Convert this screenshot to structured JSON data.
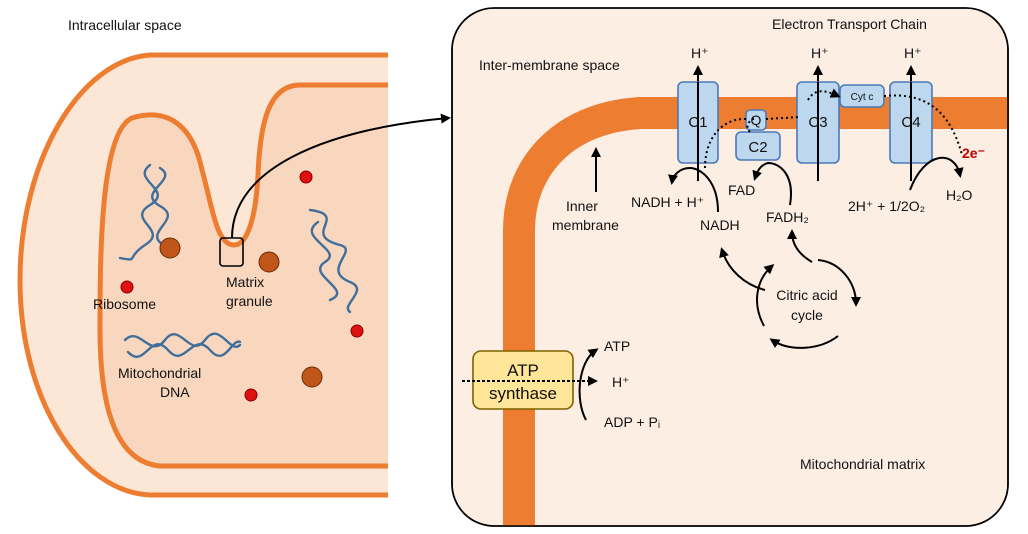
{
  "labels": {
    "intracellular": "Intracellular space",
    "etc_title": "Electron Transport Chain",
    "intermembrane": "Inter-membrane space",
    "inner_membrane_1": "Inner",
    "inner_membrane_2": "membrane",
    "matrix": "Mitochondrial matrix",
    "ribosome": "Ribosome",
    "matrix_granule_1": "Matrix",
    "matrix_granule_2": "granule",
    "mito_dna_1": "Mitochondrial",
    "mito_dna_2": "DNA",
    "nadh_h": "NADH + H⁺",
    "nadh": "NADH",
    "fad": "FAD",
    "fadh2": "FADH₂",
    "citric_1": "Citric acid",
    "citric_2": "cycle",
    "oxygen": "2H⁺ + 1/2O₂",
    "water": "H₂O",
    "two_e": "2e⁻",
    "atp": "ATP",
    "adp": "ADP + Pᵢ",
    "h_plus": "H⁺"
  },
  "complexes": {
    "c1": "C1",
    "c2": "C2",
    "c3": "C3",
    "c4": "C4",
    "q": "Q",
    "cyt_c": "Cyt c",
    "atp_synthase_1": "ATP",
    "atp_synthase_2": "synthase"
  },
  "colors": {
    "membrane_orange": "#ed7d31",
    "cytoplasm_fill": "#fce6d6",
    "matrix_fill": "#f9d7bf",
    "complex_fill": "#bdd7ee",
    "complex_stroke": "#4a7ab8",
    "dna_blue": "#3f6f9a",
    "ribosome_red": "#e01010",
    "granule_brown": "#c0561a",
    "atp_synthase_fill": "#ffe699",
    "electron_red": "#c00000"
  }
}
